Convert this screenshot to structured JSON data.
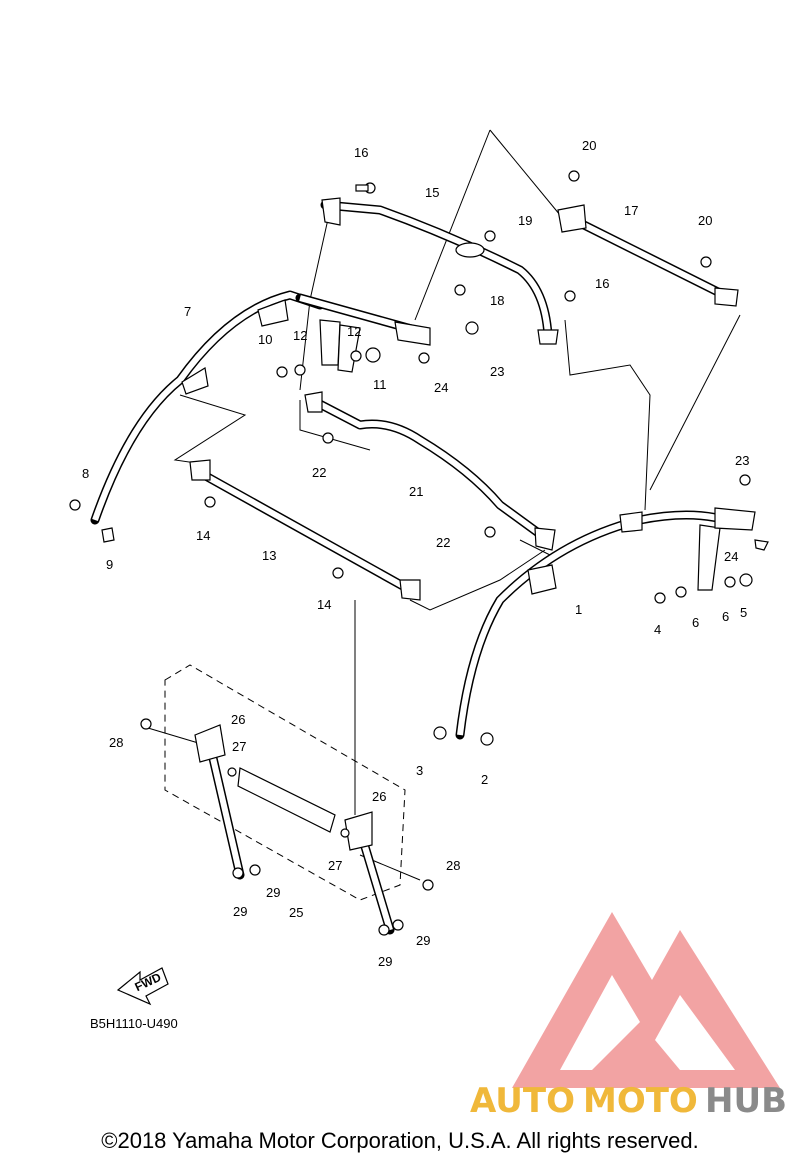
{
  "diagram": {
    "part_code": "B5H1110-U490",
    "fwd_label": "FWD",
    "callouts": [
      "1",
      "2",
      "3",
      "4",
      "5",
      "6",
      "6",
      "7",
      "8",
      "9",
      "10",
      "11",
      "12",
      "12",
      "13",
      "14",
      "14",
      "15",
      "16",
      "16",
      "17",
      "18",
      "19",
      "20",
      "20",
      "21",
      "22",
      "22",
      "23",
      "23",
      "24",
      "24",
      "25",
      "26",
      "26",
      "27",
      "27",
      "28",
      "28",
      "29",
      "29",
      "29",
      "29"
    ]
  },
  "watermark": {
    "brand_part1": "AUTO",
    "brand_part2": "MOTO",
    "brand_part3": "HUB",
    "logo_color": "#f2a3a3",
    "text_color_1": "#f0b83a",
    "text_color_2": "#8a8a8a"
  },
  "footer": {
    "copyright": "©2018 Yamaha Motor Corporation, U.S.A. All rights reserved."
  }
}
